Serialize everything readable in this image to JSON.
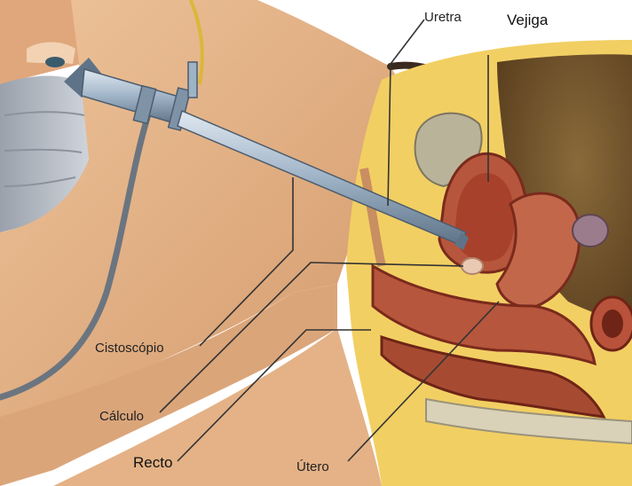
{
  "labels": {
    "uretra": "Uretra",
    "vejiga": "Vejiga",
    "cistoscopio": "Cistoscópio",
    "calculo": "Cálculo",
    "recto": "Recto",
    "utero": "Útero"
  },
  "colors": {
    "skin": "#e7b98a",
    "skin_shadow": "#c98e61",
    "fat": "#f2cf63",
    "muscle": "#b6563c",
    "muscle_dark": "#7a2a1c",
    "bladder_inner": "#a8412b",
    "stone": "#e9c9b3",
    "instrument": "#9fb3c7",
    "mask": "#b9bfc8",
    "leader_line": "#333333",
    "background": "#ffffff"
  }
}
